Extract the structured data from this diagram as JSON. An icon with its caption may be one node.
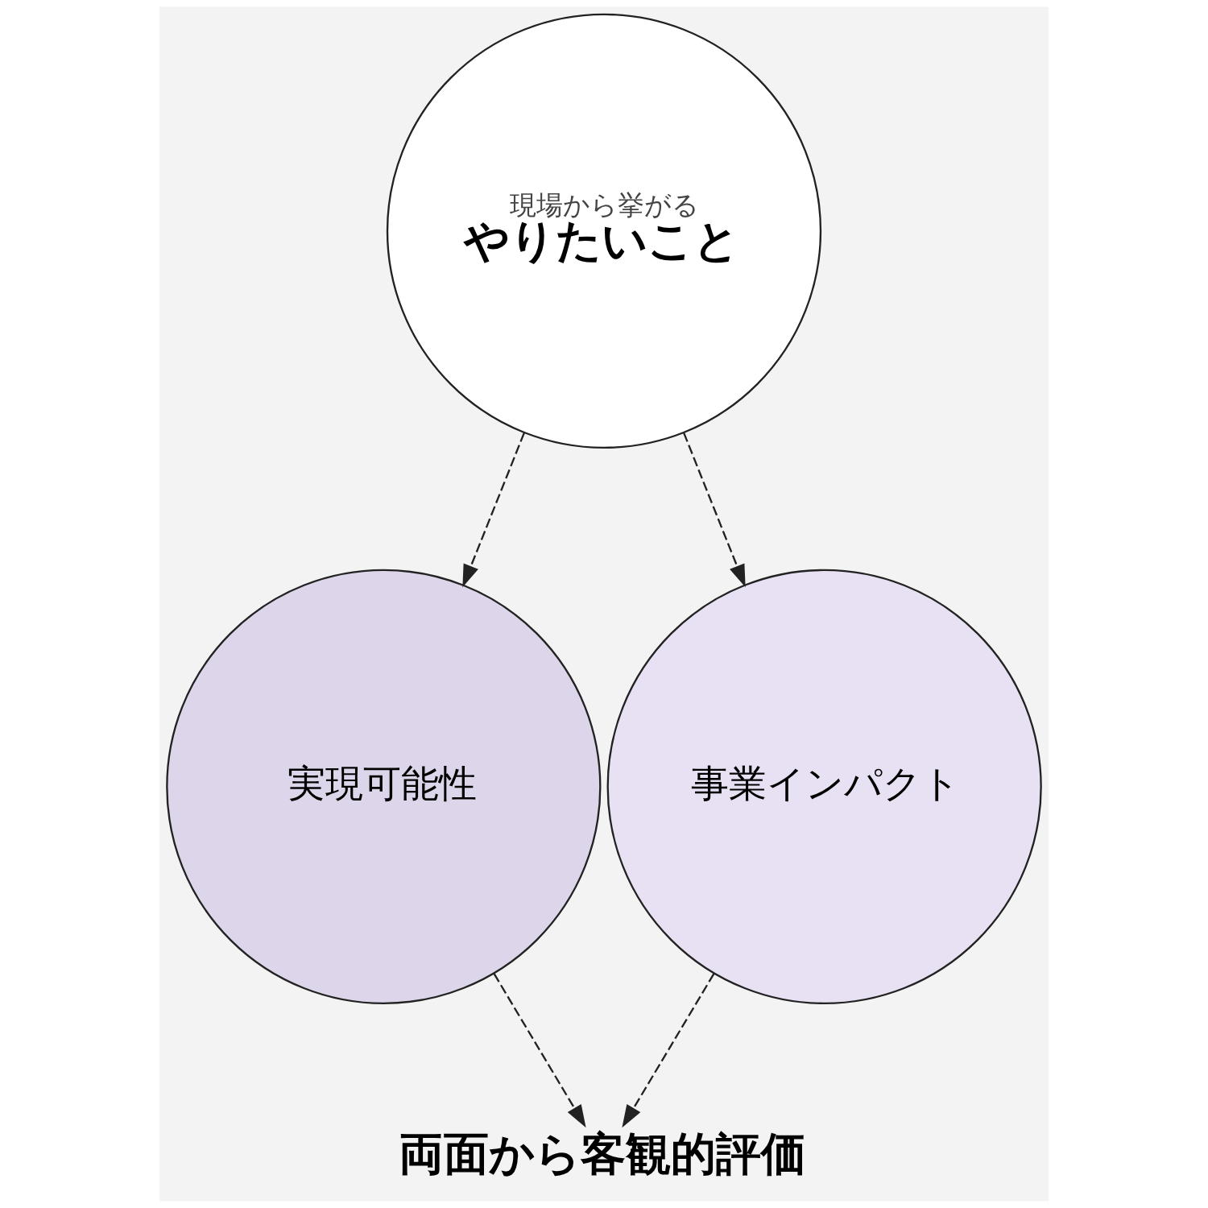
{
  "diagram": {
    "nodes": [
      {
        "text": [
          "現場から挙がる",
          "やりたいこと"
        ]
      },
      {
        "text": [
          "実現可能性"
        ]
      },
      {
        "text": [
          "事業インパクト"
        ]
      },
      {
        "text": [
          "両面から客観的評価"
        ]
      }
    ],
    "edges": [
      {
        "from": 0,
        "to": 1,
        "arrow": "to",
        "style": "dashed"
      },
      {
        "from": 0,
        "to": 2,
        "arrow": "to",
        "style": "dashed"
      },
      {
        "from": 1,
        "to": 3,
        "arrow": "to",
        "style": "dashed"
      },
      {
        "from": 2,
        "to": 3,
        "arrow": "to",
        "style": "dashed"
      }
    ]
  }
}
